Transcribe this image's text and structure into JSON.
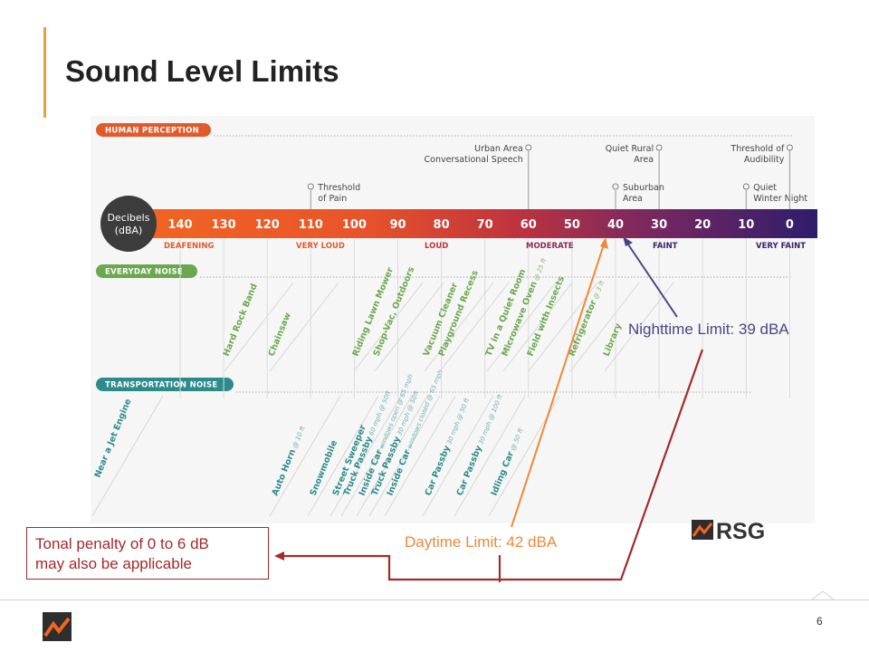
{
  "slide": {
    "title": "Sound Level Limits",
    "page_number": "6"
  },
  "sections": {
    "human_perception": "HUMAN PERCEPTION",
    "everyday_noise": "EVERYDAY NOISE",
    "transportation_noise": "TRANSPORTATION NOISE"
  },
  "scale": {
    "badge_line1": "Decibels",
    "badge_line2": "(dBA)",
    "ticks": [
      "140",
      "130",
      "120",
      "110",
      "100",
      "90",
      "80",
      "70",
      "60",
      "50",
      "40",
      "30",
      "20",
      "10",
      "0"
    ],
    "categories": [
      "DEAFENING",
      "VERY LOUD",
      "LOUD",
      "MODERATE",
      "FAINT",
      "VERY FAINT"
    ]
  },
  "perception_markers": [
    {
      "line1": "Threshold",
      "line2": "of Pain",
      "db": 110
    },
    {
      "line1": "Urban Area",
      "line2": "Conversational Speech",
      "db": 60
    },
    {
      "line1": "Suburban",
      "line2": "Area",
      "db": 40
    },
    {
      "line1": "Quiet Rural",
      "line2": "Area",
      "db": 30
    },
    {
      "line1": "Quiet",
      "line2": "Winter Night",
      "db": 10
    },
    {
      "line1": "Threshold of",
      "line2": "Audibility",
      "db": 0
    }
  ],
  "everyday_items": [
    {
      "label": "Hard Rock Band",
      "sub": ""
    },
    {
      "label": "Chainsaw",
      "sub": ""
    },
    {
      "label": "Riding Lawn Mower",
      "sub": ""
    },
    {
      "label": "Shop-Vac, Outdoors",
      "sub": ""
    },
    {
      "label": "Vacuum Cleaner",
      "sub": ""
    },
    {
      "label": "Playground Recess",
      "sub": ""
    },
    {
      "label": "TV in a Quiet Room",
      "sub": ""
    },
    {
      "label": "Microwave Oven",
      "sub": "@ 25 ft"
    },
    {
      "label": "Field with Insects",
      "sub": ""
    },
    {
      "label": "Refrigerator",
      "sub": "@ 3 ft"
    },
    {
      "label": "Library",
      "sub": ""
    }
  ],
  "transport_items": [
    {
      "label": "Near a Jet Engine",
      "sub": ""
    },
    {
      "label": "Auto Horn",
      "sub": "@ 10 ft"
    },
    {
      "label": "Snowmobile",
      "sub": ""
    },
    {
      "label": "Street Sweeper",
      "sub": ""
    },
    {
      "label": "Truck Passby",
      "sub": "60 mph @ 50ft"
    },
    {
      "label": "Inside Car",
      "sub": "windows open @ 65 mph"
    },
    {
      "label": "Truck Passby",
      "sub": "30 mph @ 50ft"
    },
    {
      "label": "Inside Car",
      "sub": "windows closed @ 65 mph"
    },
    {
      "label": "Car Passby",
      "sub": "30 mph @ 50 ft"
    },
    {
      "label": "Car Passby",
      "sub": "30 mph @ 100 ft"
    },
    {
      "label": "Idling Car",
      "sub": "@ 50 ft"
    }
  ],
  "limits": {
    "nighttime": {
      "label": "Nighttime  Limit: 39 dBA",
      "db": 39,
      "color": "#4a4487"
    },
    "daytime": {
      "label": "Daytime Limit: 42 dBA",
      "db": 42,
      "color": "#f0883a"
    }
  },
  "note": {
    "line1": "Tonal penalty of 0 to 6 dB",
    "line2": "may also be applicable",
    "color": "#a52a2a"
  },
  "logo": {
    "text": "RSG"
  },
  "colors": {
    "accent": "#e8a13a",
    "perception_pill": "#e05a2b",
    "everyday_pill": "#6aa84f",
    "transport_pill": "#2e8b8b",
    "scale_dark": "#3a1f6b"
  }
}
